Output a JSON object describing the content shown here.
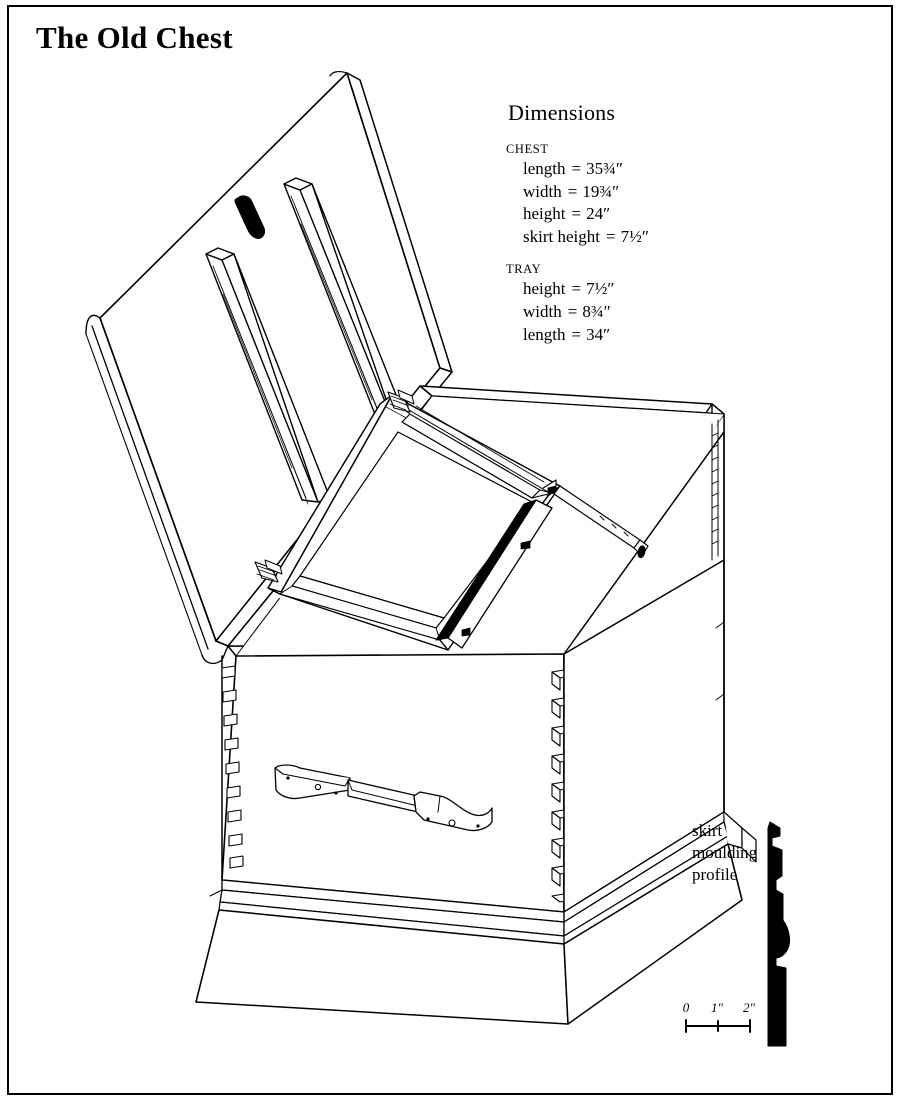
{
  "document": {
    "title": "The Old Chest",
    "type": "woodworking-plan-illustration",
    "subject": "six-board blanket chest with hinged lid, sliding till tray, dovetailed corners and moulded skirt",
    "background_color": "#ffffff",
    "ink_color": "#000000",
    "border": true
  },
  "dimensions_panel": {
    "heading": "Dimensions",
    "groups": [
      {
        "name": "CHEST",
        "entries": [
          {
            "label": "length",
            "eq": "=",
            "value": "35¾″"
          },
          {
            "label": "width",
            "eq": "=",
            "value": "19¾″"
          },
          {
            "label": "height",
            "eq": "=",
            "value": "24″"
          },
          {
            "label": "skirt height",
            "eq": "=",
            "value": "7½″"
          }
        ]
      },
      {
        "name": "TRAY",
        "entries": [
          {
            "label": "height",
            "eq": "=",
            "value": "7½″"
          },
          {
            "label": "width",
            "eq": "=",
            "value": "8¾″"
          },
          {
            "label": "length",
            "eq": "=",
            "value": "34″"
          }
        ]
      }
    ]
  },
  "skirt_profile": {
    "caption_line1": "skirt",
    "caption_line2": "moulding",
    "caption_line3": "profile",
    "fill_color": "#000000"
  },
  "scale_bar": {
    "ticks": [
      "0",
      "1″",
      "2″"
    ],
    "unit": "inch"
  },
  "illustration_parts": {
    "lid": "open hinged lid with bullnose front edge and two cleat battens",
    "escutcheon": "lock escutcheon plate on lid underside",
    "hinges": "two butt hinges on back rail",
    "tray": "sliding till tray with compartment dividers",
    "dovetails": "through-dovetail joints at front corners",
    "handle": "wrought iron strap handle on front panel",
    "skirt": "moulded skirt base"
  }
}
